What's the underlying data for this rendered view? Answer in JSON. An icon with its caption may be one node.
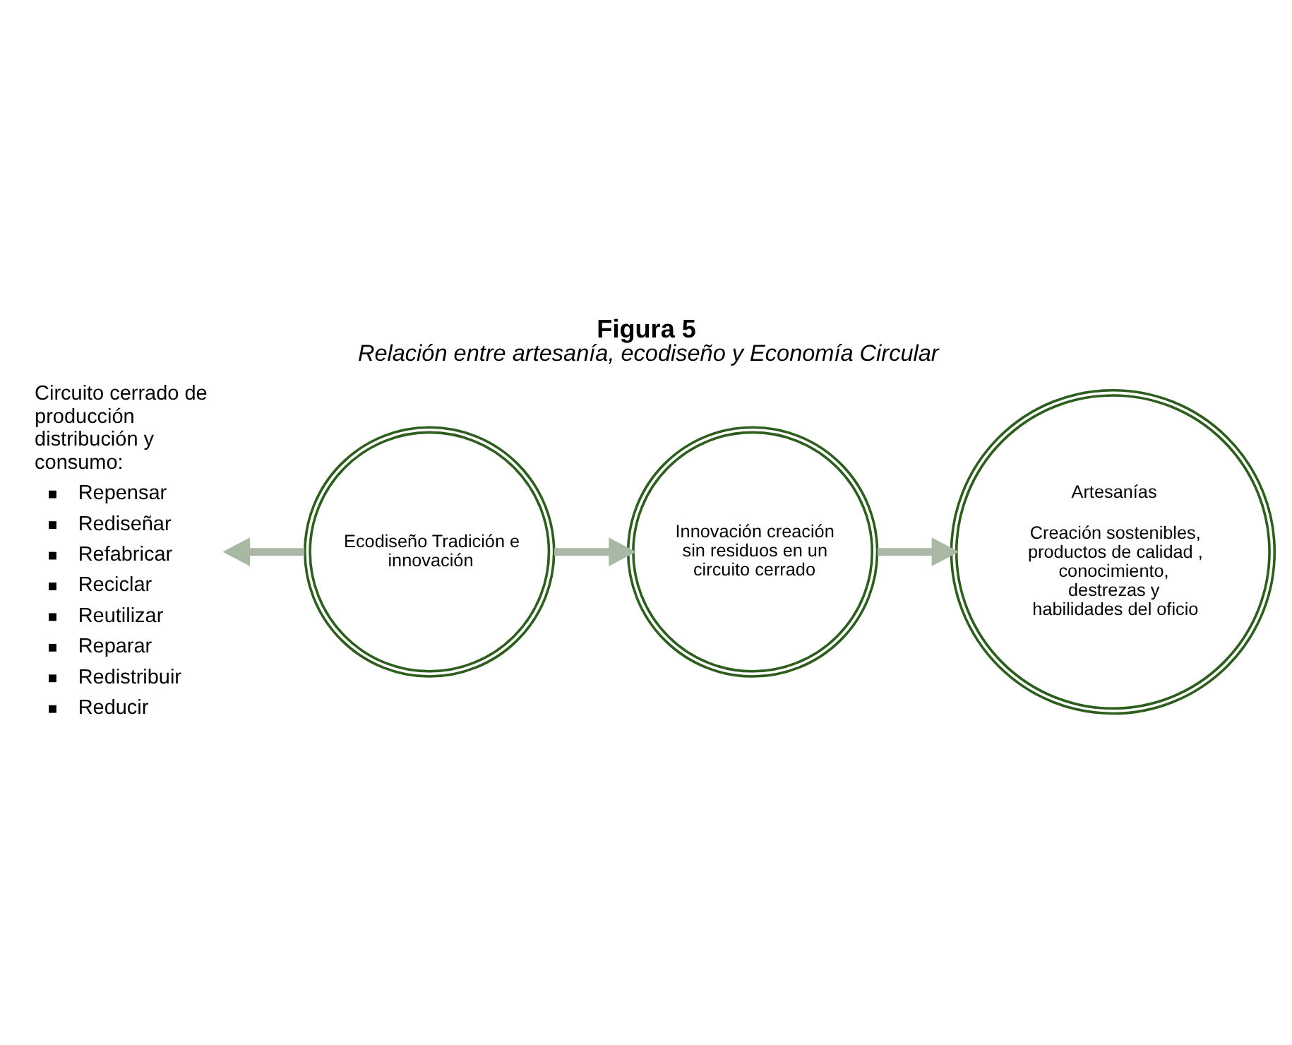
{
  "diagram": {
    "title": "Figura 5",
    "caption": "Relación entre artesanía, ecodiseño y Economía Circular",
    "nodes": [
      {
        "text": [
          "Circuito cerrado de producción distribución y consumo:",
          "Repensar",
          "Rediseñar",
          "Refabricar",
          "Reciclar",
          "Reutilizar",
          "Reparar",
          "Redistribuir",
          "Reducir"
        ]
      },
      {
        "text": [
          "Innovación creación sin residuos en un circuito cerrado"
        ]
      },
      {
        "text": [
          "Ecodiseño Tradición e innovación"
        ]
      },
      {
        "text": [
          "Artesanías",
          "Creación sostenibles, productos de calidad , conocimiento, destrezas y habilidades del oficio"
        ]
      }
    ],
    "edges": [
      {
        "from": 2,
        "to": 1,
        "arrow": "to"
      },
      {
        "from": 1,
        "to": 3,
        "arrow": "to"
      },
      {
        "from": 2,
        "to": 0,
        "arrow": "to"
      }
    ]
  }
}
